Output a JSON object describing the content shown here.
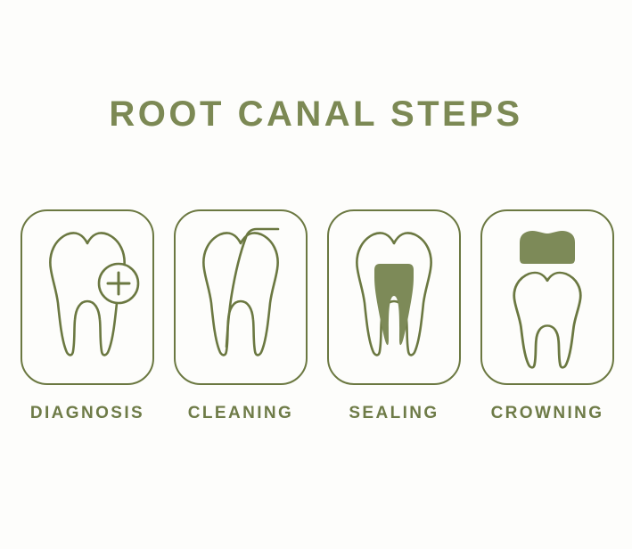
{
  "title": "ROOT CANAL STEPS",
  "steps": [
    {
      "label": "DIAGNOSIS",
      "icon": "tooth-with-magnifier-plus-icon"
    },
    {
      "label": "CLEANING",
      "icon": "tooth-with-root-file-icon"
    },
    {
      "label": "SEALING",
      "icon": "tooth-with-filled-canal-icon"
    },
    {
      "label": "CROWNING",
      "icon": "tooth-with-crown-cap-icon"
    }
  ],
  "colors": {
    "background": "#fdfdfb",
    "outline": "#6b7841",
    "fill": "#7d8a58",
    "title": "#7c8954",
    "label": "#6e7b47"
  }
}
